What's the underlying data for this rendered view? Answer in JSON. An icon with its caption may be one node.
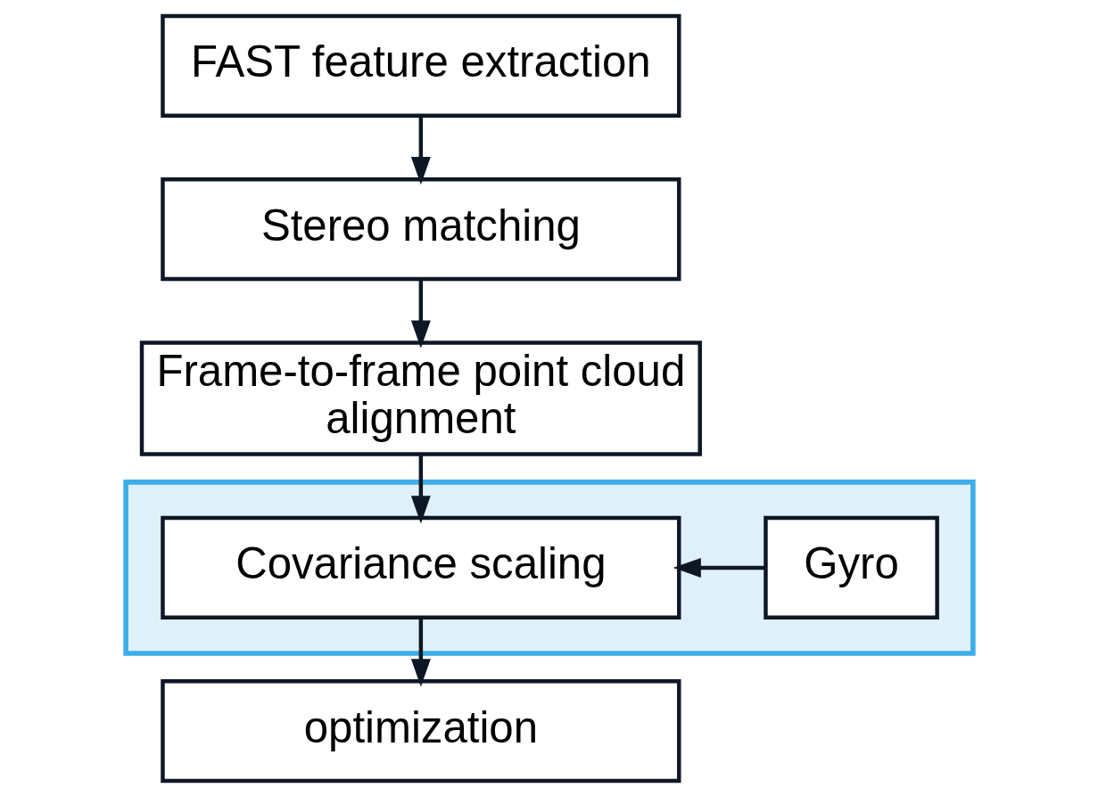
{
  "diagram": {
    "nodes": [
      {
        "text": [
          "FAST feature extraction"
        ]
      },
      {
        "text": [
          "Stereo matching"
        ]
      },
      {
        "text": [
          "Frame-to-frame point cloud alignment"
        ]
      },
      {
        "text": [],
        "shape": "box"
      },
      {
        "text": [
          "Covariance scaling"
        ],
        "in": 3
      },
      {
        "text": [
          "Gyro"
        ],
        "in": 3
      },
      {
        "text": [
          "optimization"
        ]
      }
    ],
    "edges": [
      {
        "from": 0,
        "to": 1,
        "arrow": "to"
      },
      {
        "from": 1,
        "to": 2,
        "arrow": "to"
      },
      {
        "from": 2,
        "to": 4,
        "arrow": "to"
      },
      {
        "from": 5,
        "to": 4,
        "arrow": "to"
      },
      {
        "from": 4,
        "to": 6,
        "arrow": "to"
      }
    ]
  }
}
